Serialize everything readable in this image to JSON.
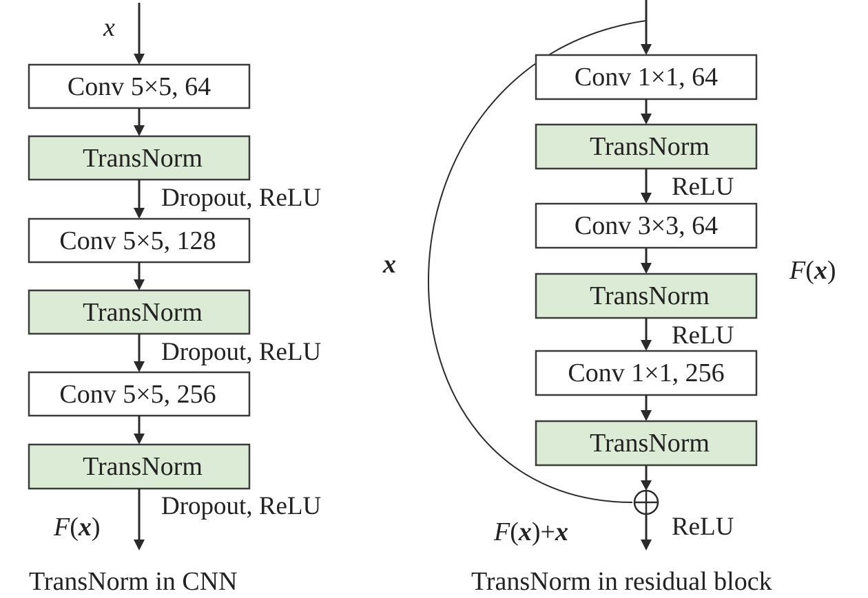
{
  "cnn": {
    "input_label": "x",
    "blocks": [
      {
        "label": "Conv 5×5, 64",
        "kind": "conv"
      },
      {
        "label": "TransNorm",
        "kind": "norm"
      },
      {
        "label": "Conv 5×5, 128",
        "kind": "conv"
      },
      {
        "label": "TransNorm",
        "kind": "norm"
      },
      {
        "label": "Conv 5×5, 256",
        "kind": "conv"
      },
      {
        "label": "TransNorm",
        "kind": "norm"
      }
    ],
    "activations": [
      "Dropout, ReLU",
      "Dropout, ReLU",
      "Dropout, ReLU"
    ],
    "output_label": {
      "f": "F",
      "open": "(",
      "x": "x",
      "close": ")"
    },
    "caption": "TransNorm in CNN"
  },
  "residual": {
    "blocks": [
      {
        "label": "Conv 1×1, 64",
        "kind": "conv"
      },
      {
        "label": "TransNorm",
        "kind": "norm"
      },
      {
        "label": "Conv 3×3, 64",
        "kind": "conv"
      },
      {
        "label": "TransNorm",
        "kind": "norm"
      },
      {
        "label": "Conv 1×1, 256",
        "kind": "conv"
      },
      {
        "label": "TransNorm",
        "kind": "norm"
      }
    ],
    "activations": [
      "ReLU",
      "ReLU"
    ],
    "final_activation": "ReLU",
    "skip_label": "x",
    "branch_label": {
      "f": "F",
      "open": "(",
      "x": "x",
      "close": ")"
    },
    "sum_label": {
      "f": "F",
      "open": "(",
      "x": "x",
      "close": ")+",
      "x2": "x"
    },
    "caption": "TransNorm in residual block"
  },
  "colors": {
    "norm_fill": "#dcebd6",
    "conv_fill": "#ffffff",
    "stroke": "#3a3a3a"
  }
}
